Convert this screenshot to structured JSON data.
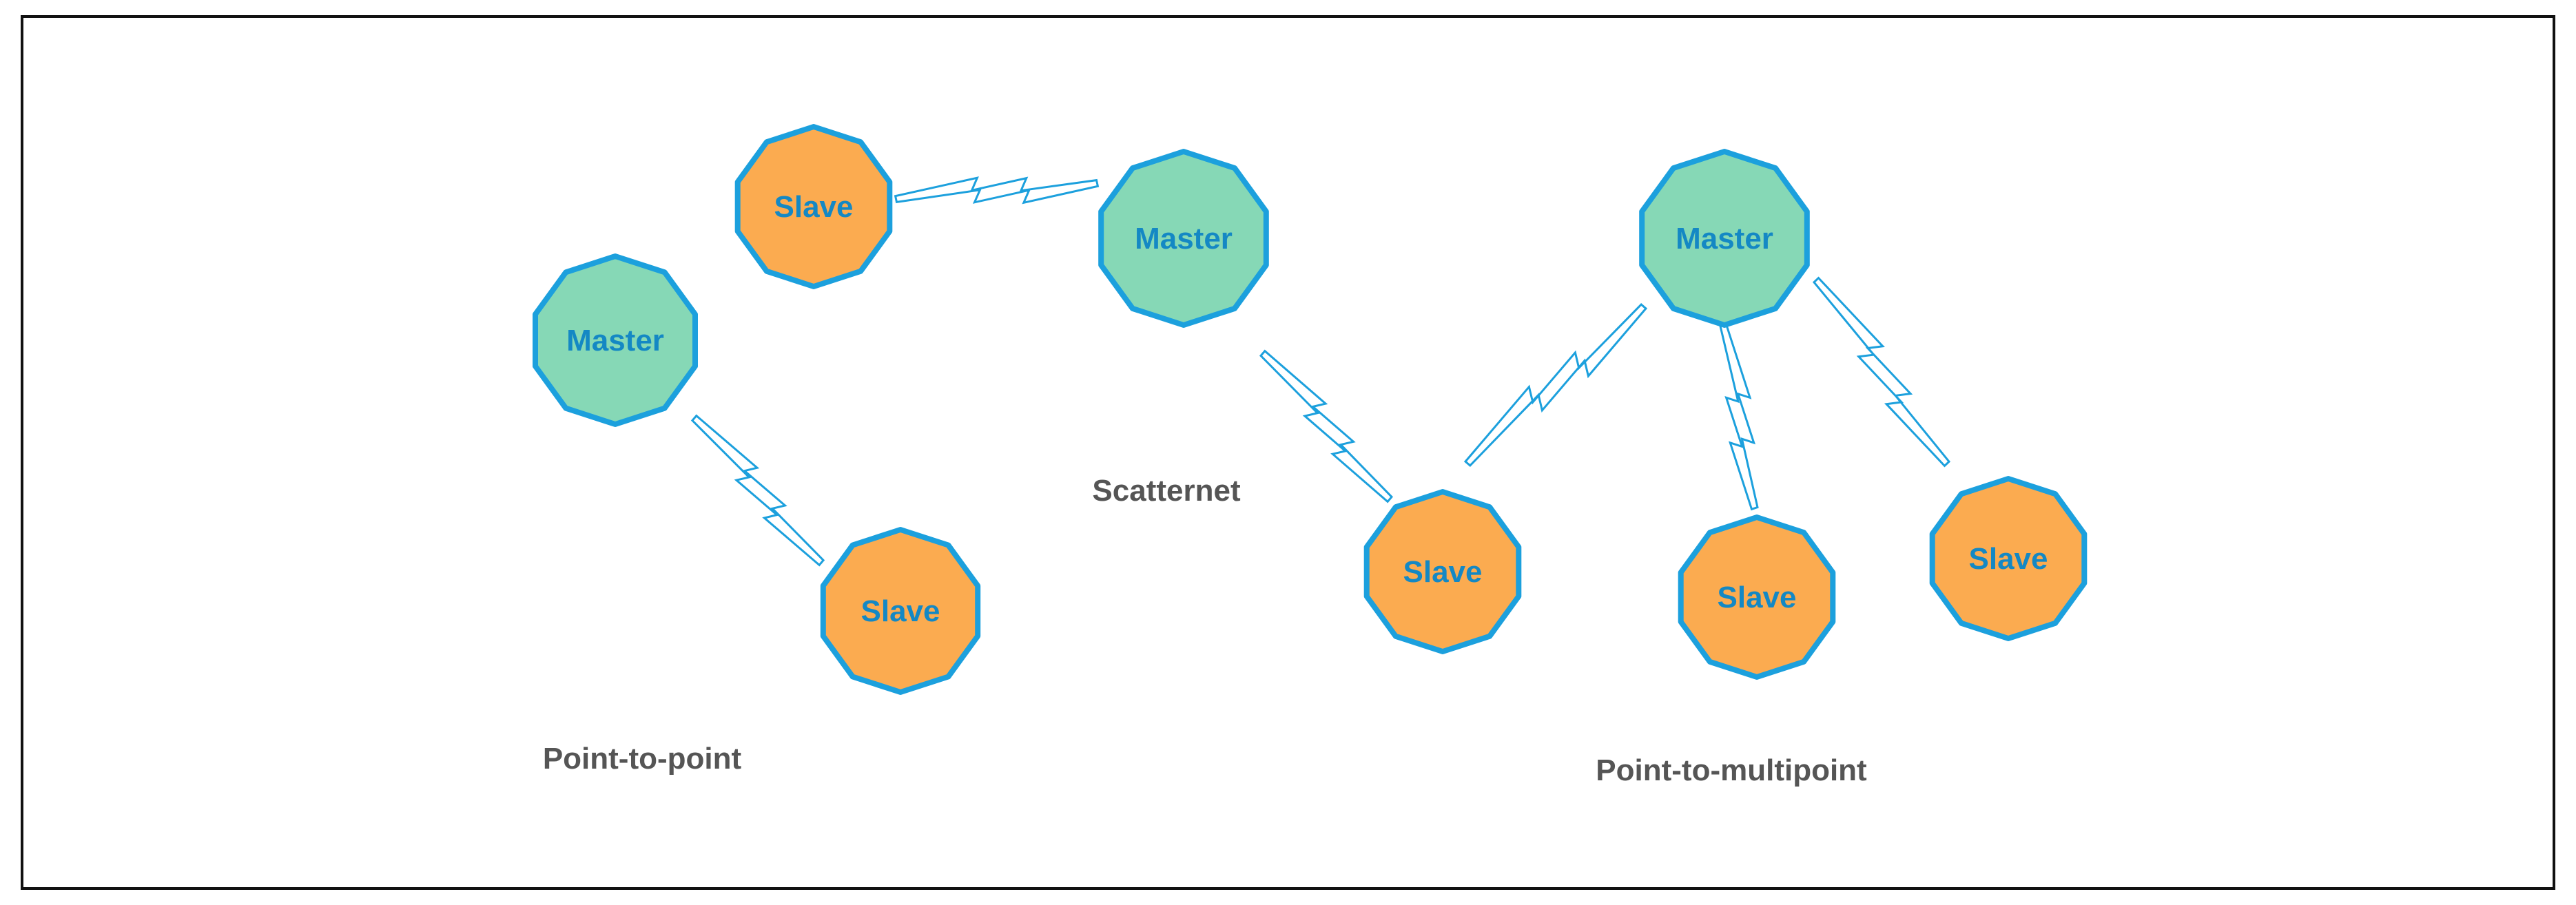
{
  "colors": {
    "master_fill": "#86d8b6",
    "slave_fill": "#fbab50",
    "outline": "#1ca0dd",
    "label_text": "#1488c4",
    "caption_text": "#555555",
    "border": "#111111"
  },
  "nodes": [
    {
      "id": "master-p2p",
      "role": "master",
      "label": "Master"
    },
    {
      "id": "slave-p2p",
      "role": "slave",
      "label": "Slave"
    },
    {
      "id": "slave-scatter-top",
      "role": "slave",
      "label": "Slave"
    },
    {
      "id": "master-scatter",
      "role": "master",
      "label": "Master"
    },
    {
      "id": "slave-shared",
      "role": "slave",
      "label": "Slave"
    },
    {
      "id": "master-p2mp",
      "role": "master",
      "label": "Master"
    },
    {
      "id": "slave-p2mp-mid",
      "role": "slave",
      "label": "Slave"
    },
    {
      "id": "slave-p2mp-right",
      "role": "slave",
      "label": "Slave"
    }
  ],
  "links": [
    {
      "id": "link-p2p",
      "from": "master-p2p",
      "to": "slave-p2p"
    },
    {
      "id": "link-scatter-top",
      "from": "slave-scatter-top",
      "to": "master-scatter"
    },
    {
      "id": "link-scatter-down",
      "from": "master-scatter",
      "to": "slave-shared"
    },
    {
      "id": "link-p2mp-left",
      "from": "slave-shared",
      "to": "master-p2mp"
    },
    {
      "id": "link-p2mp-mid",
      "from": "master-p2mp",
      "to": "slave-p2mp-mid"
    },
    {
      "id": "link-p2mp-right",
      "from": "master-p2mp",
      "to": "slave-p2mp-right"
    }
  ],
  "captions": {
    "point_to_point": "Point-to-point",
    "scatternet": "Scatternet",
    "point_to_multipoint": "Point-to-multipoint"
  }
}
